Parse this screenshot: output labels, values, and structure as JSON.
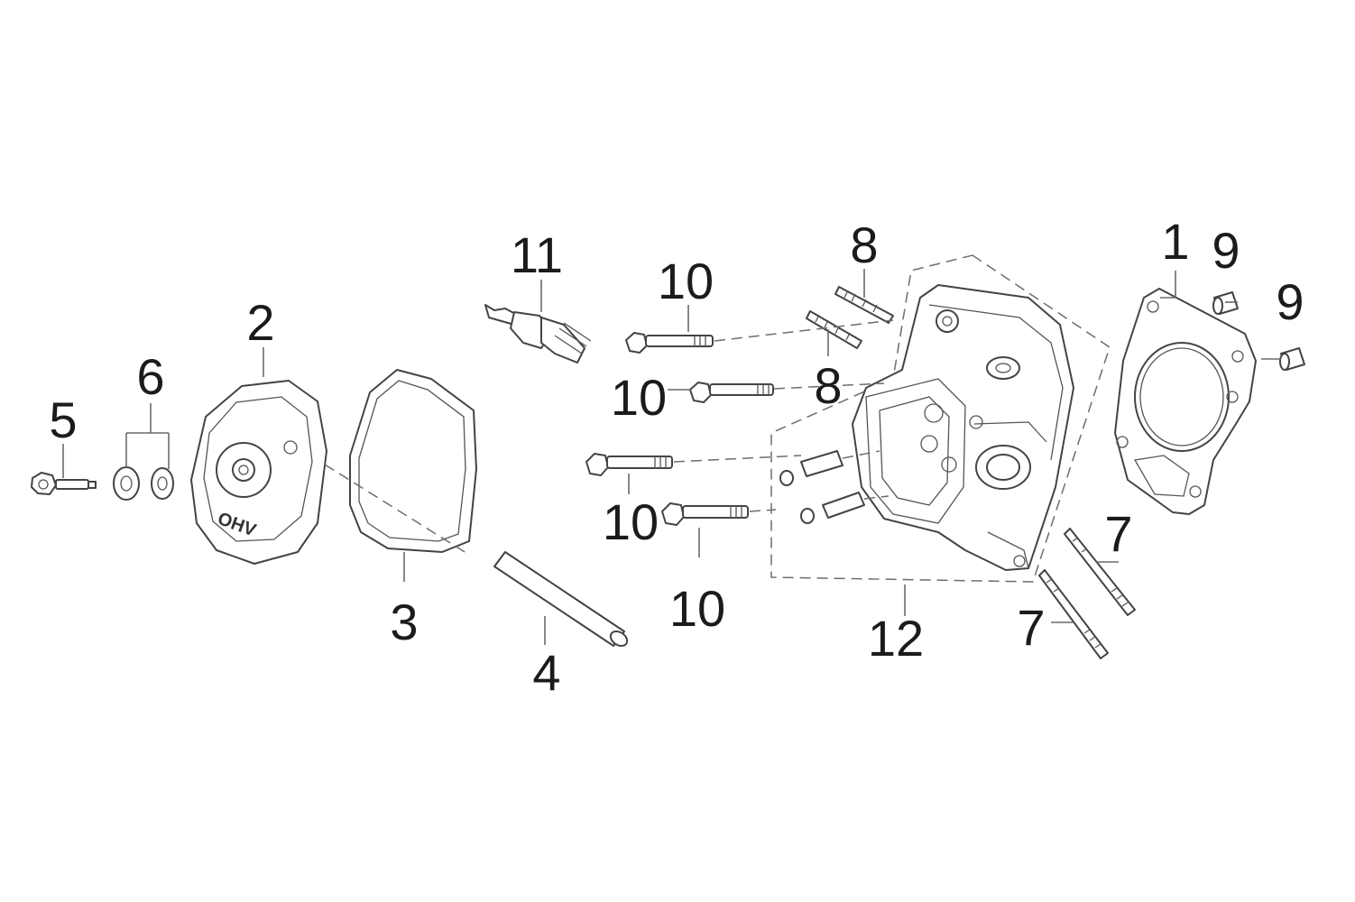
{
  "callouts": {
    "part_1": "1",
    "part_2": "2",
    "part_3": "3",
    "part_4": "4",
    "part_5": "5",
    "part_6": "6",
    "part_7a": "7",
    "part_7b": "7",
    "part_8a": "8",
    "part_8b": "8",
    "part_9a": "9",
    "part_9b": "9",
    "part_10a": "10",
    "part_10b": "10",
    "part_10c": "10",
    "part_10d": "10",
    "part_11": "11",
    "part_12": "12"
  },
  "cover_marking": "OHV",
  "colors": {
    "line": "#444444",
    "text": "#1b1b1b",
    "background": "#ffffff"
  }
}
